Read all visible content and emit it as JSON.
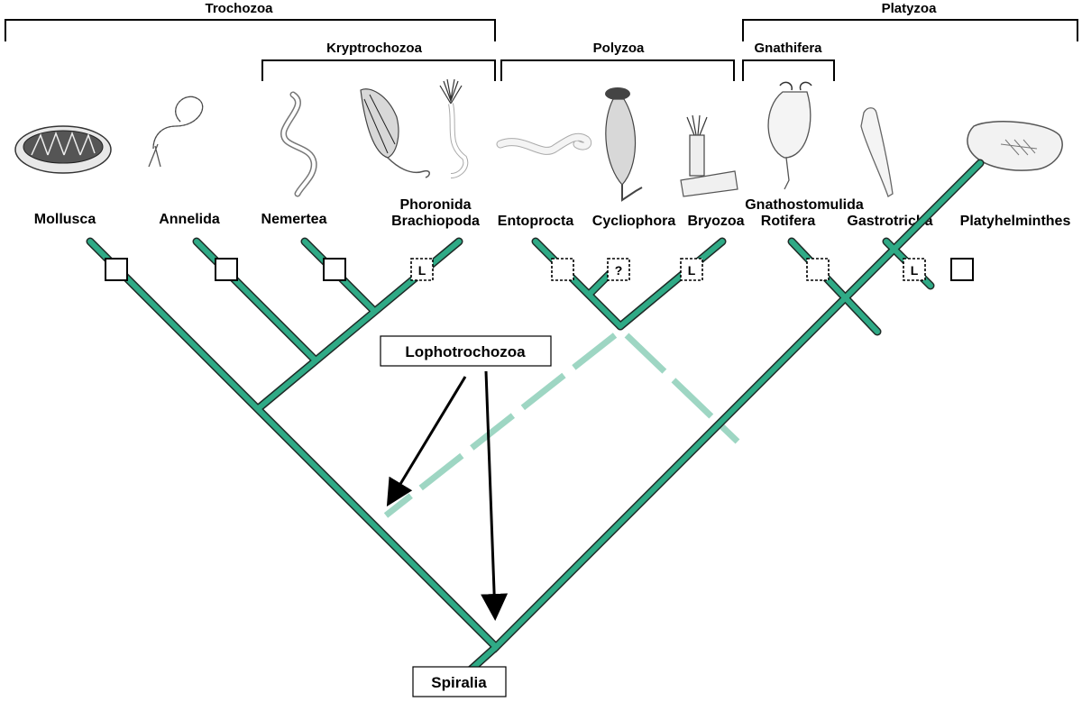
{
  "clades": {
    "trochozoa": "Trochozoa",
    "kryptrochozoa": "Kryptrochozoa",
    "polyzoa": "Polyzoa",
    "platyzoa": "Platyzoa",
    "gnathifera": "Gnathifera"
  },
  "taxa": {
    "mollusca": "Mollusca",
    "annelida": "Annelida",
    "nemertea": "Nemertea",
    "phoronida": "Phoronida",
    "brachiopoda": "Brachiopoda",
    "entoprocta": "Entoprocta",
    "cycliophora": "Cycliophora",
    "bryozoa": "Bryozoa",
    "gnathostomulida": "Gnathostomulida",
    "rotifera": "Rotifera",
    "gastrotricha": "Gastrotricha",
    "platyhelminthes": "Platyhelminthes"
  },
  "nodes": {
    "lophotrochozoa": "Lophotrochozoa",
    "spiralia": "Spiralia"
  },
  "markers": {
    "phoronida_brachiopoda": "L",
    "cycliophora": "?",
    "bryozoa": "L",
    "gastrotricha": "L"
  },
  "colors": {
    "branch": "#2faa86",
    "branch_outline": "#1e2a26",
    "dashed_branch": "#9ed6c3"
  },
  "icons": [
    "mollusk-illustration",
    "annelid-illustration",
    "nemertean-illustration",
    "brachiopod-illustration",
    "phoronid-illustration",
    "entoproct-illustration",
    "cycliophoran-illustration",
    "bryozoan-illustration",
    "rotifer-illustration",
    "gastrotrich-illustration",
    "flatworm-illustration"
  ]
}
